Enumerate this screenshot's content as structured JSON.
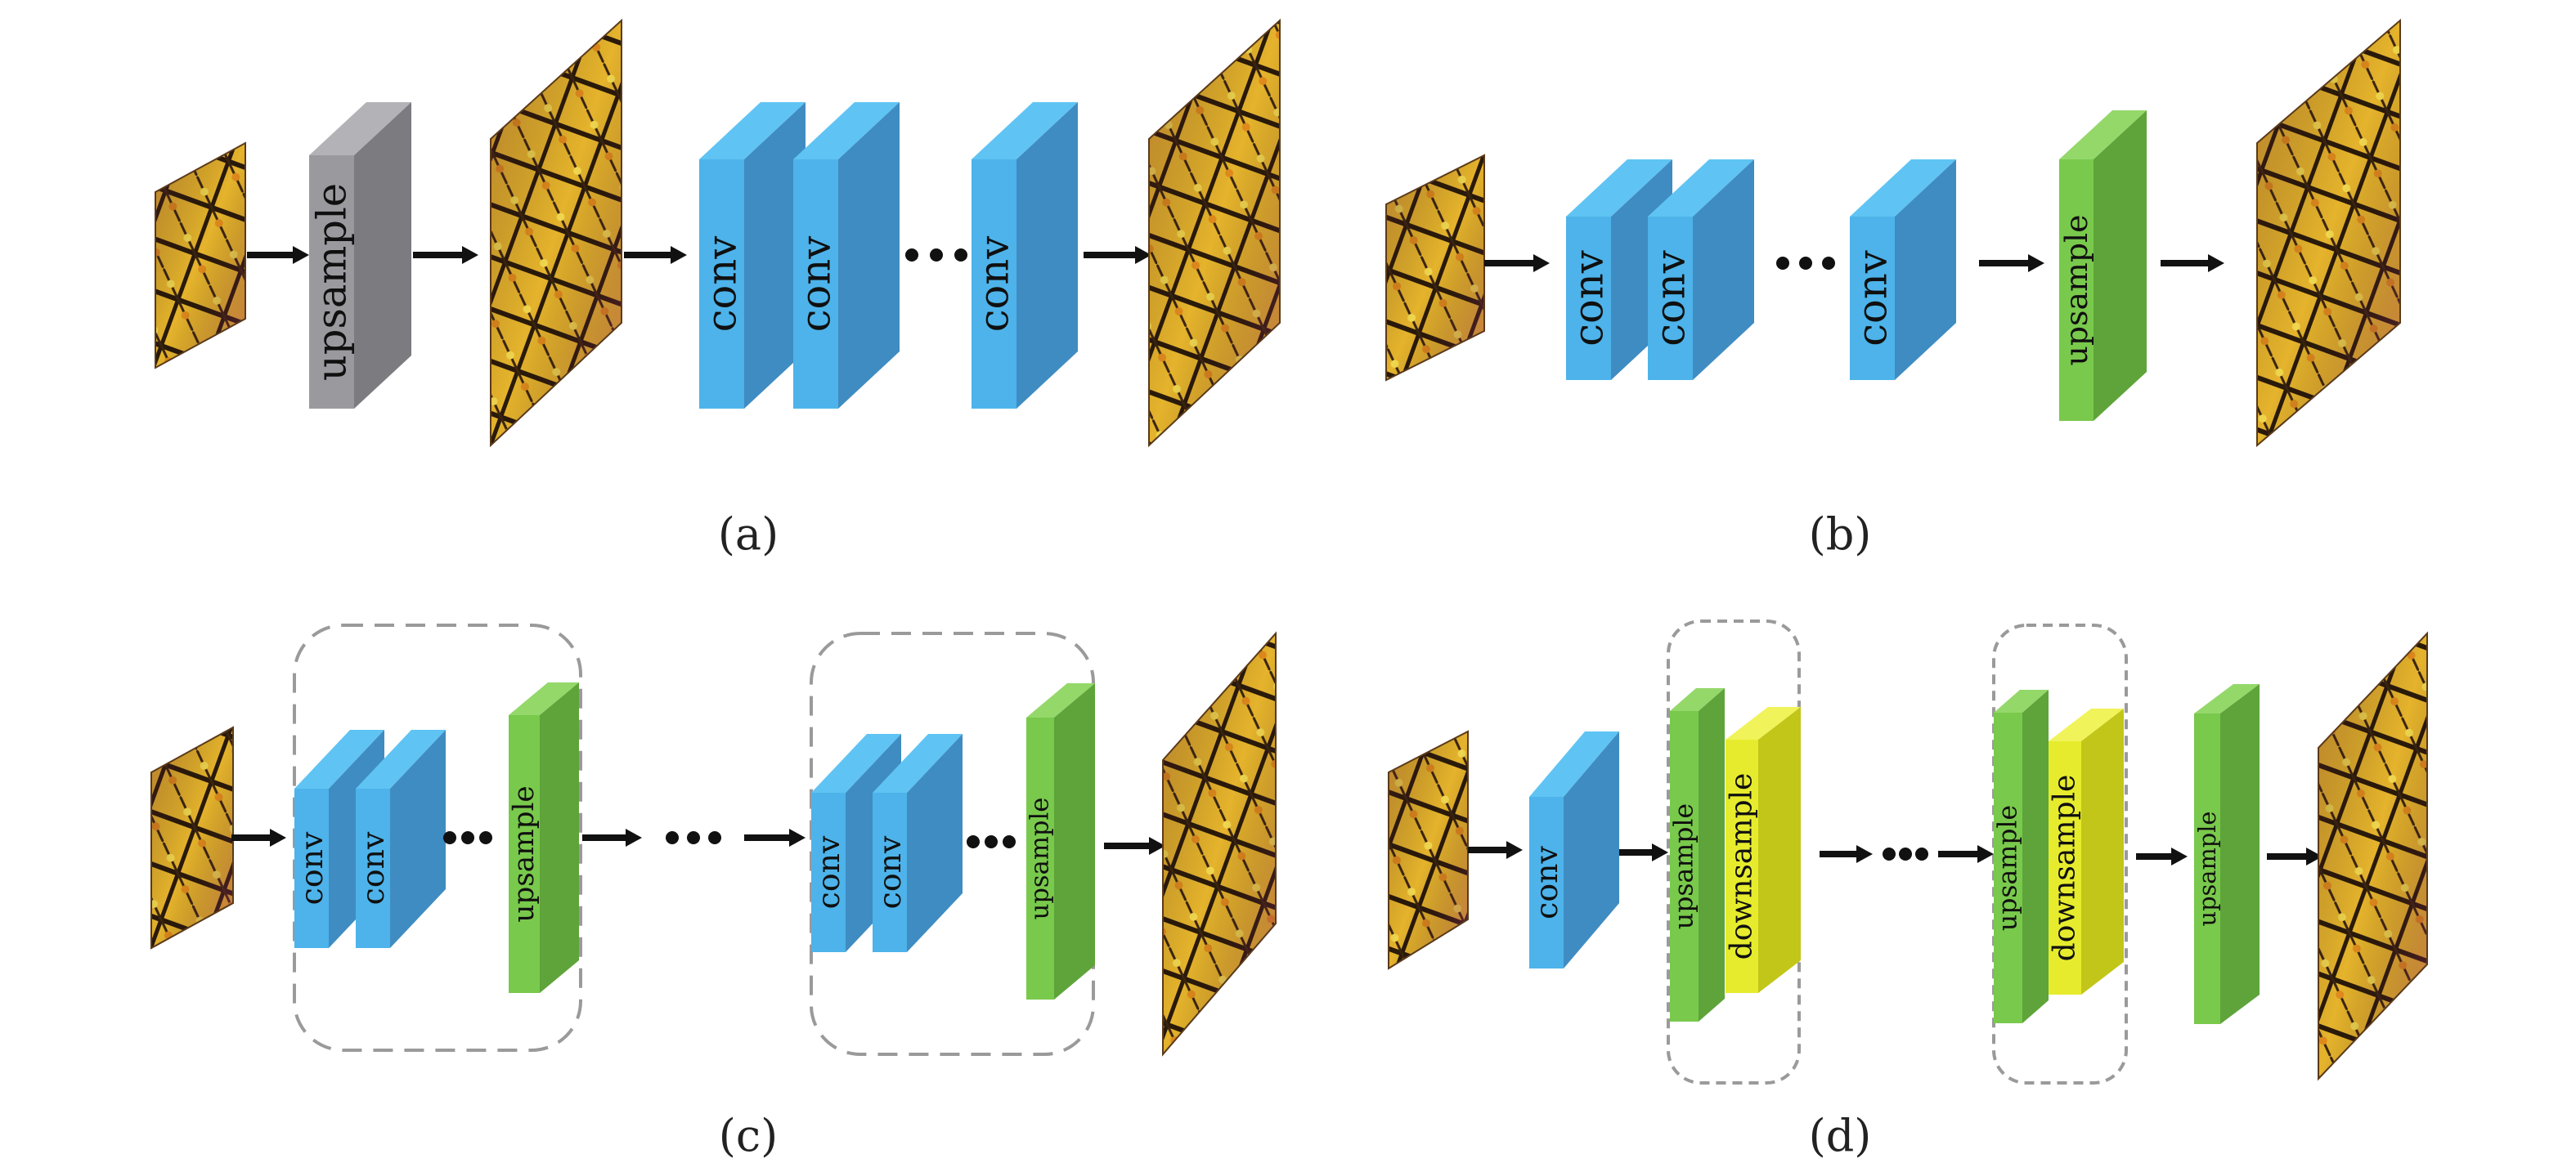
{
  "labels": {
    "conv": "conv",
    "upsample": "upsample",
    "downsample": "downsample",
    "dots": "· · ·"
  },
  "panels": {
    "a": {
      "caption": "(a)"
    },
    "b": {
      "caption": "(b)"
    },
    "c": {
      "caption": "(c)"
    },
    "d": {
      "caption": "(d)"
    }
  },
  "colors": {
    "conv": [
      "#4db3ea",
      "#3f8cc2",
      "#5fc4f3"
    ],
    "upsample": [
      "#79c94c",
      "#5ea43a",
      "#94d86a"
    ],
    "downsample": [
      "#e6ec2d",
      "#c2c618",
      "#f0f35a"
    ],
    "upsample_gray": [
      "#9a9a9e",
      "#7b7b80",
      "#b3b3b7"
    ]
  }
}
